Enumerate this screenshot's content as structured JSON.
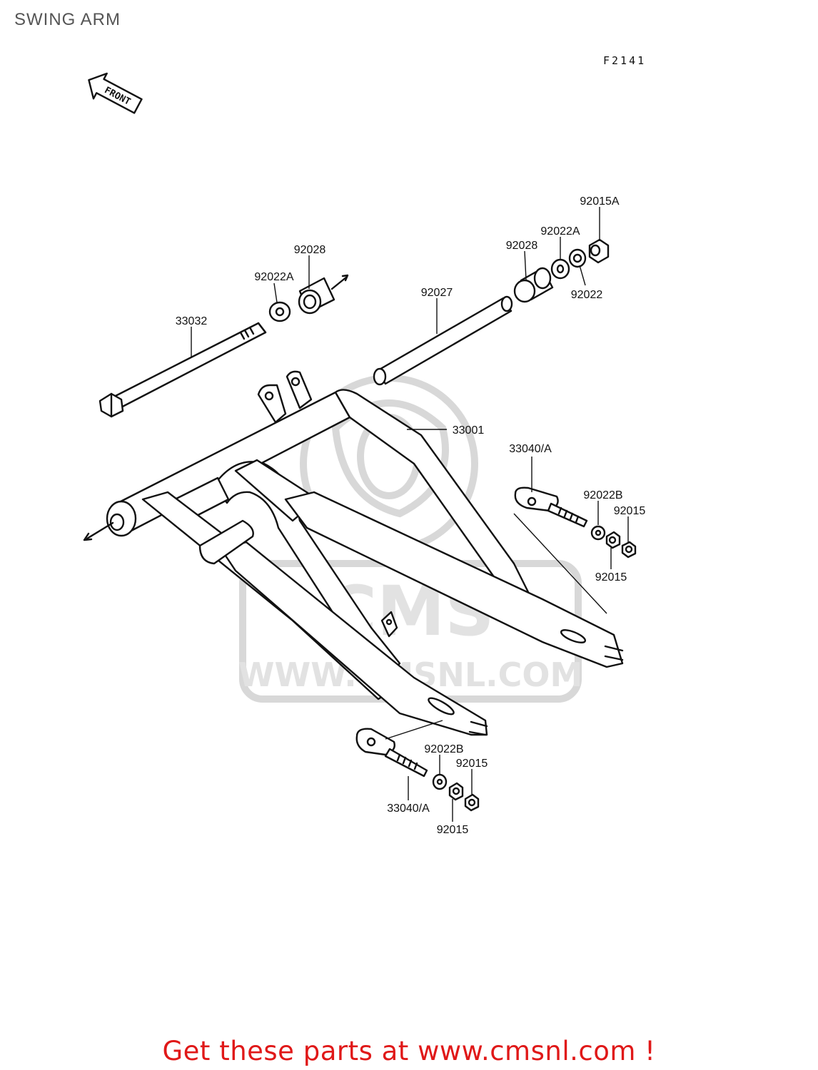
{
  "title": "SWING ARM",
  "figure_code": "F2141",
  "front_arrow_label": "FRONT",
  "watermark": {
    "wordmark": "CMS",
    "url": "WWW.CMSNL.COM"
  },
  "parts": [
    {
      "id": "p1",
      "number": "92015A"
    },
    {
      "id": "p2",
      "number": "92022A"
    },
    {
      "id": "p3",
      "number": "92028"
    },
    {
      "id": "p4",
      "number": "92022"
    },
    {
      "id": "p5",
      "number": "92028"
    },
    {
      "id": "p6",
      "number": "92022A"
    },
    {
      "id": "p7",
      "number": "92027"
    },
    {
      "id": "p8",
      "number": "33032"
    },
    {
      "id": "p9",
      "number": "33001"
    },
    {
      "id": "p10",
      "number": "33040/A"
    },
    {
      "id": "p11",
      "number": "92022B"
    },
    {
      "id": "p12",
      "number": "92015"
    },
    {
      "id": "p13",
      "number": "92015"
    },
    {
      "id": "p14",
      "number": "92022B"
    },
    {
      "id": "p15",
      "number": "92015"
    },
    {
      "id": "p16",
      "number": "33040/A"
    },
    {
      "id": "p17",
      "number": "92015"
    }
  ],
  "promo": {
    "text": "Get these parts at www.cmsnl.com !",
    "color": "#e01818"
  }
}
